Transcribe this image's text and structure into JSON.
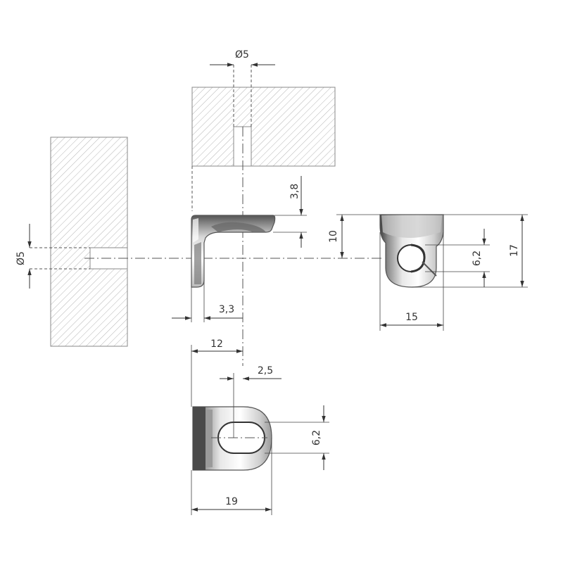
{
  "dimensions": {
    "top_hole_diameter": "Ø5",
    "side_hole_diameter": "Ø5",
    "flange_height": "3,8",
    "offset_width": "3,3",
    "bracket_height": "10",
    "total_height": "17",
    "front_hole_height": "6,2",
    "front_width": "15",
    "top_width": "12",
    "pin_offset": "2,5",
    "plan_hole_height": "6,2",
    "plan_length": "19"
  },
  "colors": {
    "line": "#333333",
    "hatch": "#b5b5b5",
    "metal_light": "#f2f2f2",
    "metal_dark": "#4a4a4a"
  }
}
